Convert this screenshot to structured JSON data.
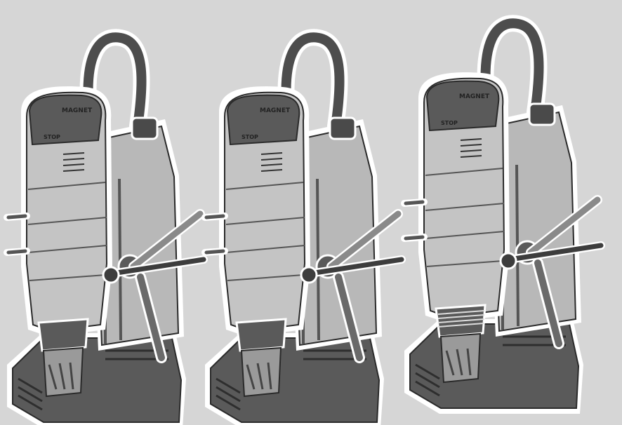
{
  "illustration": {
    "background_color": "#d6d6d6",
    "outline_color": "#ffffff",
    "body_light": "#c9c9c9",
    "body_mid": "#a9a9a9",
    "body_dark": "#4a4a4a",
    "handle_color": "#3d3d3d",
    "drills": [
      {
        "panel_label_top": "MAGNET",
        "panel_label_bottom": "STOP",
        "variant": "standard-chuck"
      },
      {
        "panel_label_top": "MAGNET",
        "panel_label_bottom": "STOP",
        "variant": "standard-chuck"
      },
      {
        "panel_label_top": "MAGNET",
        "panel_label_bottom": "STOP",
        "variant": "knurled-chuck"
      }
    ]
  }
}
